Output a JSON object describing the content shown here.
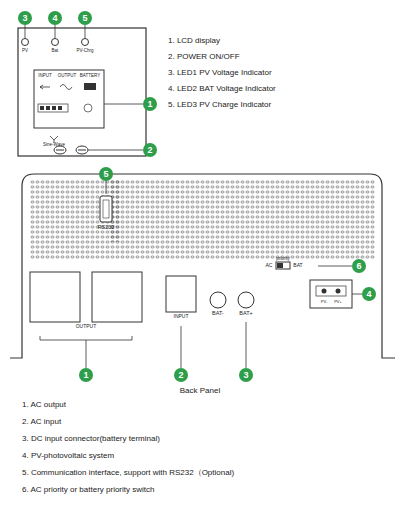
{
  "diagram": {
    "caption": "Back Panel",
    "nodes": [
      {
        "text": [
          "3"
        ]
      },
      {
        "text": [
          "4"
        ]
      },
      {
        "text": [
          "5"
        ]
      },
      {
        "text": [
          "1"
        ]
      },
      {
        "text": [
          "2"
        ]
      },
      {
        "text": [
          "5"
        ]
      },
      {
        "text": [
          "6"
        ]
      },
      {
        "text": [
          "4"
        ]
      },
      {
        "text": [
          "1"
        ]
      },
      {
        "text": [
          "2"
        ]
      },
      {
        "text": [
          "3"
        ]
      }
    ],
    "labels": [
      "1. LCD display",
      "2. POWER ON/OFF",
      "3. LED1 PV Voltage Indicator",
      "4. LED2 BAT Voltage Indicator",
      "5. LED3 PV Charge Indicator",
      "PV",
      "Bat",
      "PV-Chrg",
      "INPUT",
      "OUTPUT",
      "BATTERY",
      "Sine-Wave",
      "RS232",
      "OUTPUT",
      "INPUT",
      "BAT-",
      "BAT+",
      "AC",
      "priority",
      "BAT",
      "PV-",
      "PV+",
      "1. AC output",
      "2. AC input",
      "3. DC input connector(battery terminal)",
      "4. PV-photovoltaic system",
      "5. Communication interface, support with RS232（Optional)",
      "6. AC priority or battery priority switch"
    ]
  }
}
